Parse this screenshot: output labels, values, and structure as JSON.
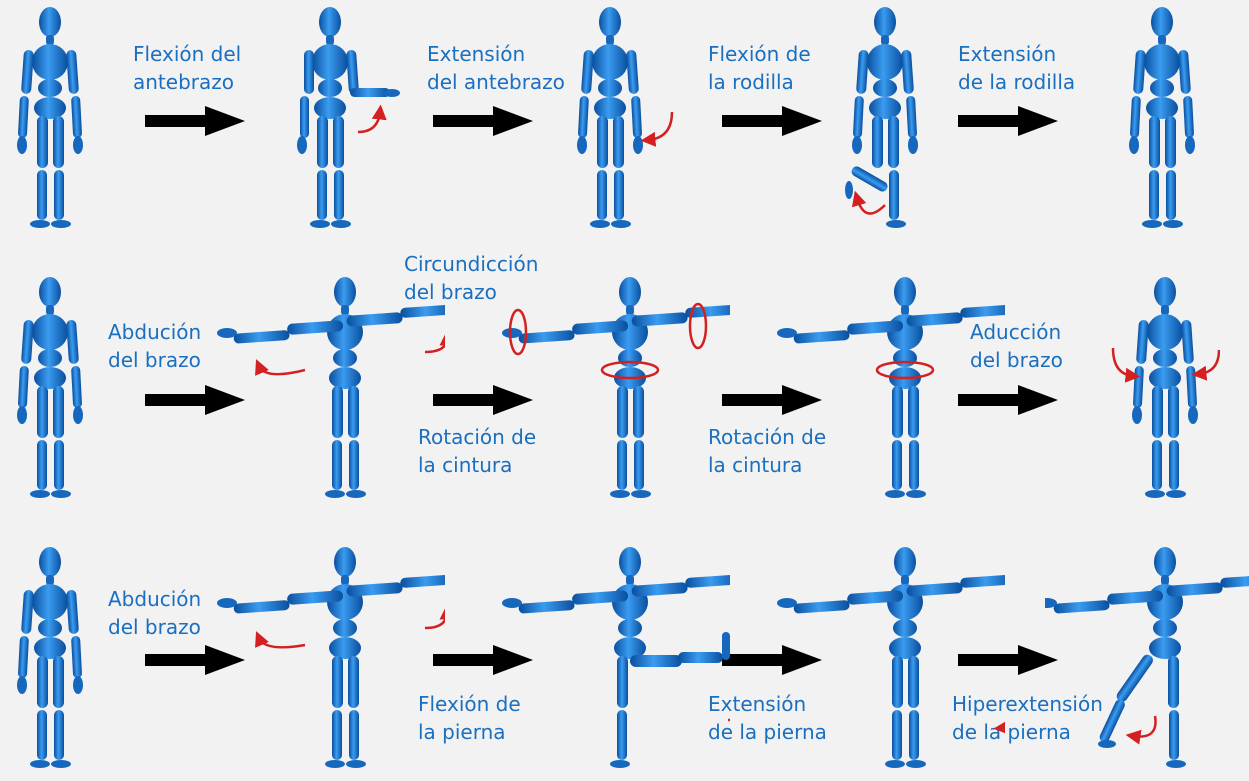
{
  "labels": {
    "r1_flex_forearm": "Flexión del\nantebrazo",
    "r1_ext_forearm": "Extensión\ndel antebrazo",
    "r1_flex_knee": "Flexión de\nla rodilla",
    "r1_ext_knee": "Extensión\nde la rodilla",
    "r2_abduction": "Abdución\ndel brazo",
    "r2_circumduction": "Circundicción\ndel brazo",
    "r2_waist_rot_1": "Rotación de\nla cintura",
    "r2_waist_rot_2": "Rotación de\nla cintura",
    "r2_adduction": "Aducción\ndel brazo",
    "r3_abduction": "Abdución\ndel brazo",
    "r3_flex_leg": "Flexión de\nla pierna",
    "r3_ext_leg": "Extensión\nde la pierna",
    "r3_hyperext_leg": "Hiperextensión\nde la pierna"
  },
  "colors": {
    "label": "#1a6fc0",
    "figure": "#1f7fd6",
    "figure_dark": "#0a4e9e",
    "motion_arrow": "#d42020",
    "arrow": "#000000"
  },
  "figures": [
    {
      "row": 1,
      "col": 1,
      "pose": "neutral"
    },
    {
      "row": 1,
      "col": 2,
      "pose": "forearm-flexed"
    },
    {
      "row": 1,
      "col": 3,
      "pose": "neutral"
    },
    {
      "row": 1,
      "col": 4,
      "pose": "knee-flexed"
    },
    {
      "row": 1,
      "col": 5,
      "pose": "neutral"
    },
    {
      "row": 2,
      "col": 1,
      "pose": "neutral"
    },
    {
      "row": 2,
      "col": 2,
      "pose": "arms-out"
    },
    {
      "row": 2,
      "col": 3,
      "pose": "arms-out"
    },
    {
      "row": 2,
      "col": 4,
      "pose": "arms-out"
    },
    {
      "row": 2,
      "col": 5,
      "pose": "neutral"
    },
    {
      "row": 3,
      "col": 1,
      "pose": "neutral"
    },
    {
      "row": 3,
      "col": 2,
      "pose": "arms-out"
    },
    {
      "row": 3,
      "col": 3,
      "pose": "leg-flexed"
    },
    {
      "row": 3,
      "col": 4,
      "pose": "arms-out"
    },
    {
      "row": 3,
      "col": 5,
      "pose": "leg-hyperextended"
    }
  ]
}
